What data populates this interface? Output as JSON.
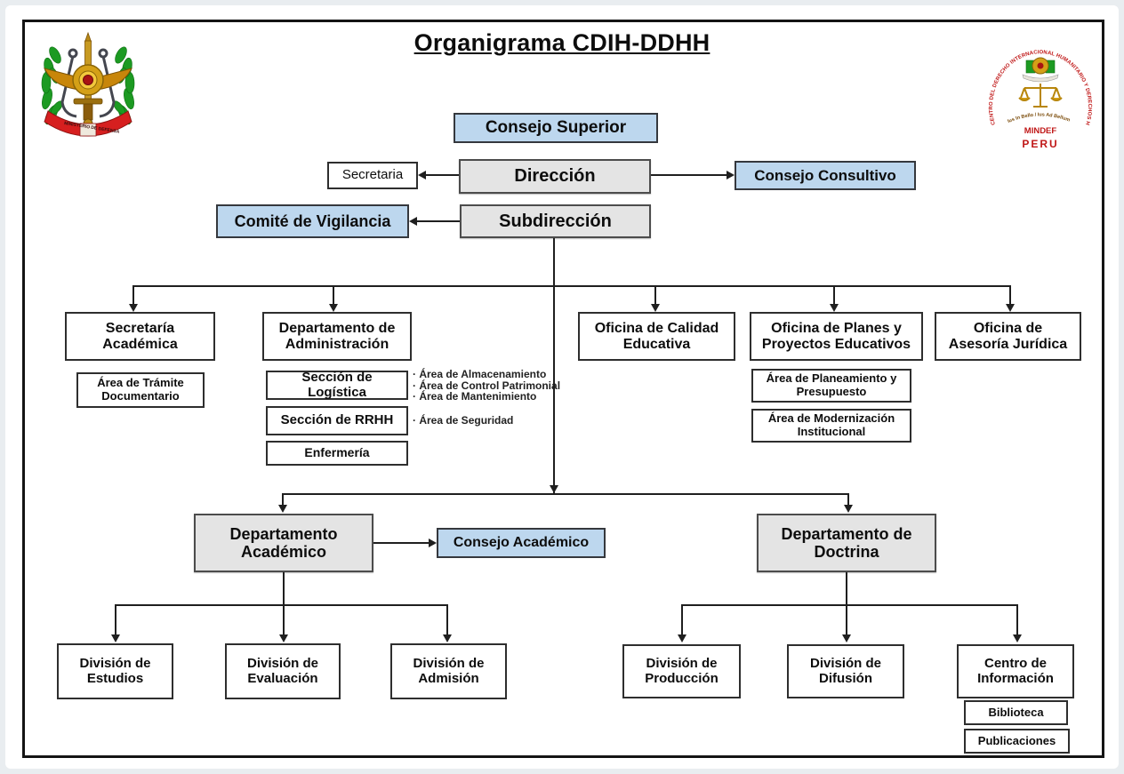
{
  "title": "Organigrama CDIH-DDHH",
  "nodes": {
    "consejo_superior": "Consejo Superior",
    "direccion": "Dirección",
    "secretaria": "Secretaria",
    "consejo_consultivo": "Consejo Consultivo",
    "subdireccion": "Subdirección",
    "comite_vigilancia": "Comité de Vigilancia",
    "secretaria_academica": "Secretaría Académica",
    "depto_administracion": "Departamento de Administración",
    "oficina_calidad": "Oficina de Calidad Educativa",
    "oficina_planes": "Oficina de Planes y Proyectos Educativos",
    "oficina_asesoria": "Oficina de Asesoría Jurídica",
    "area_tramite": "Área de Trámite Documentario",
    "seccion_logistica": "Sección de Logística",
    "seccion_rrhh": "Sección de RRHH",
    "enfermeria": "Enfermería",
    "area_planeamiento": "Área de Planeamiento y Presupuesto",
    "area_modernizacion": "Área de Modernización Institucional",
    "depto_academico": "Departamento Académico",
    "consejo_academico": "Consejo Académico",
    "depto_doctrina": "Departamento de Doctrina",
    "div_estudios": "División de Estudios",
    "div_evaluacion": "División de Evaluación",
    "div_admision": "División de Admisión",
    "div_produccion": "División de Producción",
    "div_difusion": "División de Difusión",
    "centro_informacion": "Centro de Información",
    "biblioteca": "Biblioteca",
    "publicaciones": "Publicaciones"
  },
  "annotations": {
    "logistica": [
      "· Área de Almacenamiento",
      "· Área de Control Patrimonial",
      "· Área de Mantenimiento"
    ],
    "rrhh": [
      "· Área de Seguridad"
    ]
  },
  "left_logo": {
    "ribbon": "MINISTERIO DE DEFENSA"
  },
  "right_logo": {
    "rim": "CENTRO DEL DERECHO INTERNACIONAL HUMANITARIO Y DERECHOS HUMANOS DE LAS FFAA",
    "motto": "Ius In Bello / Ius Ad Bellum",
    "mindef": "MINDEF",
    "peru": "PERU"
  },
  "colors": {
    "node_blue": "#bdd7ee",
    "node_gray": "#e4e4e4",
    "node_white": "#ffffff",
    "line": "#1f1f1f",
    "seal_red": "#c01818"
  }
}
